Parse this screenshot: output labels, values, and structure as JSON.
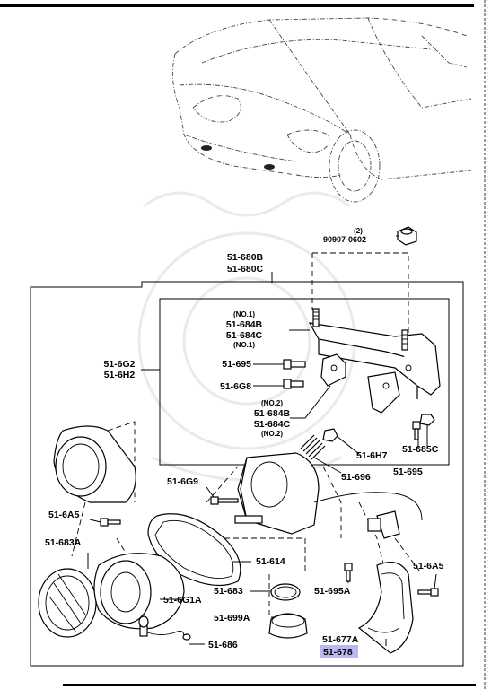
{
  "parts": {
    "p_90907": "90907-0602",
    "p_90907_qty": "(2)",
    "p_680b": "51-680B",
    "p_680c": "51-680C",
    "p_684b_1_note_top": "(NO.1)",
    "p_684b_1": "51-684B",
    "p_684c_1": "51-684C",
    "p_684c_1_note": "(NO.1)",
    "p_6g2": "51-6G2",
    "p_6h2": "51-6H2",
    "p_695_a": "51-695",
    "p_6g8": "51-6G8",
    "p_684_2_note_top": "(NO.2)",
    "p_684b_2": "51-684B",
    "p_684c_2": "51-684C",
    "p_684_2_note": "(NO.2)",
    "p_6h7": "51-6H7",
    "p_685c": "51-685C",
    "p_695_b": "51-695",
    "p_696": "51-696",
    "p_6g9": "51-6G9",
    "p_6a5_left": "51-6A5",
    "p_683a": "51-683A",
    "p_614": "51-614",
    "p_6a5_right": "51-6A5",
    "p_6g1a": "51-6G1A",
    "p_683": "51-683",
    "p_695a": "51-695A",
    "p_699a": "51-699A",
    "p_677a": "51-677A",
    "p_678": "51-678",
    "p_686": "51-686"
  },
  "colors": {
    "highlight": "#b9b9f0",
    "line": "#000000",
    "watermark": "#eaeaea"
  }
}
